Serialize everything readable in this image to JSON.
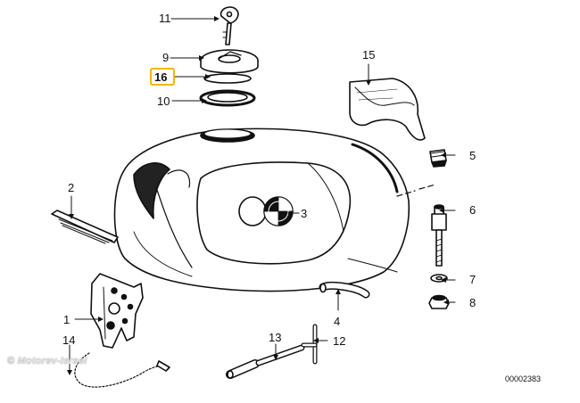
{
  "callouts": {
    "c1": "1",
    "c2": "2",
    "c3": "3",
    "c4": "4",
    "c5": "5",
    "c6": "6",
    "c7": "7",
    "c8": "8",
    "c9": "9",
    "c10": "10",
    "c11": "11",
    "c12": "12",
    "c13": "13",
    "c14": "14",
    "c15": "15",
    "c16": "16"
  },
  "highlighted_callout": "16",
  "highlight_color": "#f2b705",
  "watermark": "© Motorev-Israel",
  "drawing_number": "00002383"
}
